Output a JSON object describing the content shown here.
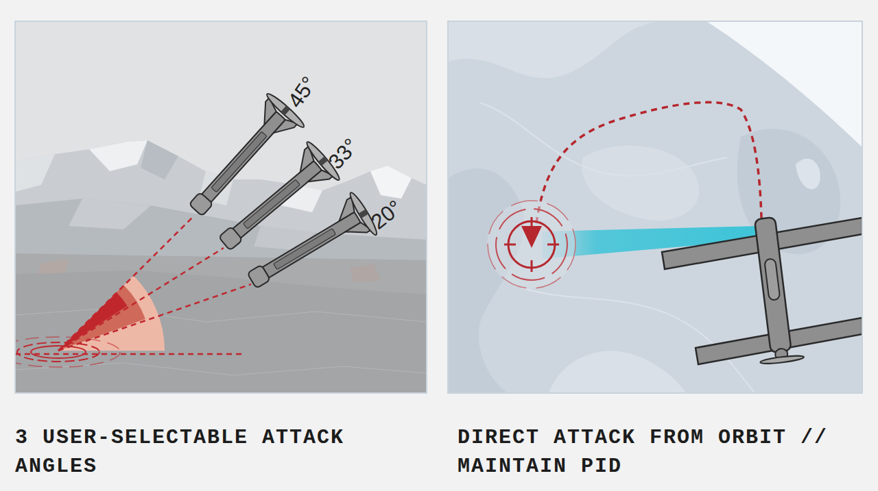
{
  "diagram": {
    "labels": [
      "45°",
      "33°",
      "20°",
      "3 USER-SELECTABLE ATTACK ANGLES",
      "DIRECT ATTACK FROM ORBIT // MAINTAIN PID"
    ]
  }
}
